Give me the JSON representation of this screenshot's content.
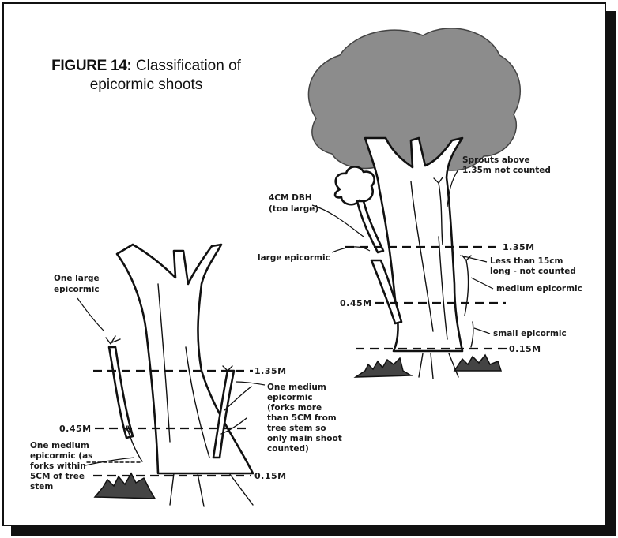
{
  "caption": {
    "figure_number": "FIGURE 14:",
    "title": "Classification of epicormic shoots"
  },
  "right_tree": {
    "height_labels": [
      "1.35M",
      "0.45M",
      "0.15M"
    ],
    "annotations": {
      "sprouts_above": [
        "Sprouts above",
        "1.35m not counted"
      ],
      "dbh": [
        "4CM DBH",
        "(too large)"
      ],
      "large": [
        "large epicormic"
      ],
      "short": [
        "Less than 15cm",
        "long - not counted"
      ],
      "medium": [
        "medium epicormic"
      ],
      "small": [
        "small epicormic"
      ]
    }
  },
  "left_tree": {
    "height_labels": [
      "1.35M",
      "0.45M",
      "0.15M"
    ],
    "annotations": {
      "one_large": [
        "One large",
        "epicormic"
      ],
      "one_medium_forks": [
        "One medium",
        "epicormic",
        "(forks more",
        "than 5CM from",
        "tree stem so",
        "only main shoot",
        "counted)"
      ],
      "one_medium_within": [
        "One medium",
        "epicormic (as",
        "forks within",
        "5CM of tree",
        "stem"
      ]
    }
  }
}
